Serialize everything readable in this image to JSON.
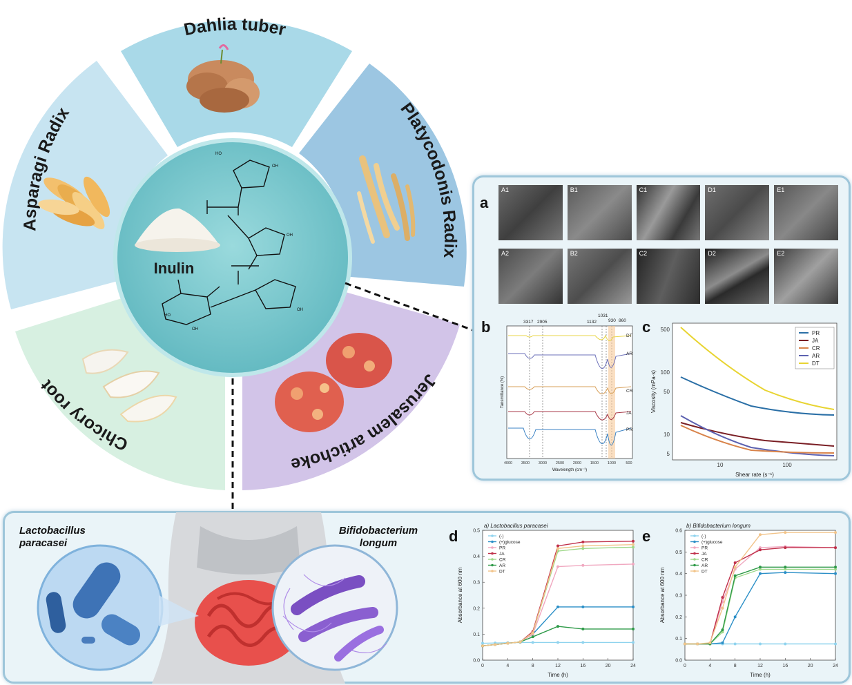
{
  "sources": {
    "top": "Dahlia tuber",
    "upper_left": "Asparagi Radix",
    "upper_right": "Platycodonis Radix",
    "lower_left": "Chicory root",
    "lower_right": "Jerusalem artichoke"
  },
  "center_label": "Inulin",
  "panel_a": {
    "letter": "a",
    "tiles_top": [
      "A1",
      "B1",
      "C1",
      "D1",
      "E1"
    ],
    "tiles_bottom": [
      "A2",
      "B2",
      "C2",
      "D2",
      "E2"
    ]
  },
  "panel_b": {
    "letter": "b",
    "peaks": [
      "3317",
      "2905",
      "1132",
      "1031",
      "930",
      "860"
    ],
    "traces": [
      "DT",
      "AR",
      "CR",
      "JA",
      "PR"
    ],
    "xticks": [
      "4000",
      "3500",
      "3000",
      "2500",
      "2000",
      "1500",
      "1000",
      "500"
    ],
    "xlabel": "Wavelength (cm⁻¹)",
    "ylabel": "Tansmittance (%)"
  },
  "panel_c": {
    "letter": "c",
    "xlabel": "Shear rate (s⁻¹)",
    "ylabel": "Viscosity (mPa·s)",
    "xticks": [
      "10",
      "100"
    ],
    "yticks": [
      "5",
      "10",
      "50",
      "100",
      "500"
    ],
    "legend": [
      "PR",
      "JA",
      "CR",
      "AR",
      "DT"
    ]
  },
  "bacteria": {
    "left": "Lactobacillus paracasei",
    "right": "Bifidobacterium longum"
  },
  "chart_data": [
    {
      "type": "line",
      "panel": "d",
      "title": "a) Lactobacillus paracasei",
      "xlabel": "Time (h)",
      "ylabel": "Absorbance at 600 nm",
      "xlim": [
        0,
        24
      ],
      "ylim": [
        0,
        0.5
      ],
      "xticks": [
        0,
        4,
        8,
        12,
        16,
        20,
        24
      ],
      "yticks": [
        0.0,
        0.1,
        0.2,
        0.3,
        0.4,
        0.5
      ],
      "x": [
        0,
        2,
        4,
        6,
        8,
        12,
        16,
        24
      ],
      "series": [
        {
          "name": "(-)",
          "color": "#8fd3ee",
          "values": [
            0.065,
            0.066,
            0.067,
            0.068,
            0.068,
            0.068,
            0.068,
            0.068
          ]
        },
        {
          "name": "(+)glucose",
          "color": "#2b8fc7",
          "values": [
            0.055,
            0.06,
            0.065,
            0.07,
            0.1,
            0.205,
            0.205,
            0.205
          ]
        },
        {
          "name": "PR",
          "color": "#f0a8c0",
          "values": [
            0.055,
            0.06,
            0.065,
            0.07,
            0.1,
            0.36,
            0.365,
            0.37
          ]
        },
        {
          "name": "JA",
          "color": "#c0304a",
          "values": [
            0.055,
            0.06,
            0.065,
            0.07,
            0.11,
            0.44,
            0.455,
            0.458
          ]
        },
        {
          "name": "CR",
          "color": "#9ed88a",
          "values": [
            0.055,
            0.06,
            0.065,
            0.07,
            0.105,
            0.42,
            0.43,
            0.435
          ]
        },
        {
          "name": "AR",
          "color": "#2e9a48",
          "values": [
            0.055,
            0.06,
            0.065,
            0.07,
            0.09,
            0.13,
            0.12,
            0.12
          ]
        },
        {
          "name": "DT",
          "color": "#f2c48a",
          "values": [
            0.055,
            0.06,
            0.065,
            0.07,
            0.105,
            0.43,
            0.44,
            0.445
          ]
        }
      ]
    },
    {
      "type": "line",
      "panel": "e",
      "title": "b) Bifidobacterium longum",
      "xlabel": "Time (h)",
      "ylabel": "Absorbance at 600 nm",
      "xlim": [
        0,
        24
      ],
      "ylim": [
        0,
        0.6
      ],
      "xticks": [
        0,
        4,
        8,
        12,
        16,
        20,
        24
      ],
      "yticks": [
        0.0,
        0.1,
        0.2,
        0.3,
        0.4,
        0.5,
        0.6
      ],
      "x": [
        0,
        2,
        4,
        6,
        8,
        12,
        16,
        24
      ],
      "series": [
        {
          "name": "(-)",
          "color": "#8fd3ee",
          "values": [
            0.075,
            0.075,
            0.075,
            0.075,
            0.075,
            0.075,
            0.075,
            0.075
          ]
        },
        {
          "name": "(+)glucose",
          "color": "#2b8fc7",
          "values": [
            0.075,
            0.075,
            0.075,
            0.08,
            0.2,
            0.4,
            0.405,
            0.4
          ]
        },
        {
          "name": "PR",
          "color": "#f0a8c0",
          "values": [
            0.075,
            0.075,
            0.075,
            0.27,
            0.42,
            0.52,
            0.525,
            0.52
          ]
        },
        {
          "name": "JA",
          "color": "#c0304a",
          "values": [
            0.075,
            0.075,
            0.075,
            0.29,
            0.45,
            0.51,
            0.52,
            0.52
          ]
        },
        {
          "name": "CR",
          "color": "#9ed88a",
          "values": [
            0.075,
            0.075,
            0.075,
            0.13,
            0.38,
            0.42,
            0.42,
            0.42
          ]
        },
        {
          "name": "AR",
          "color": "#2e9a48",
          "values": [
            0.075,
            0.075,
            0.075,
            0.14,
            0.39,
            0.43,
            0.43,
            0.43
          ]
        },
        {
          "name": "DT",
          "color": "#f2c48a",
          "values": [
            0.075,
            0.075,
            0.08,
            0.24,
            0.43,
            0.58,
            0.59,
            0.59
          ]
        }
      ]
    }
  ]
}
